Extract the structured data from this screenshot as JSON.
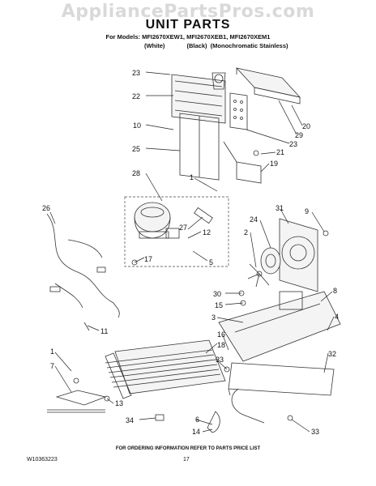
{
  "watermark": "AppliancePartsPros.com",
  "title": "UNIT PARTS",
  "models_line": "For Models: MFI2670XEW1, MFI2670XEB1, MFI2670XEM1",
  "finishes_line": "(White)             (Black)  (Monochromatic Stainless)",
  "footer_note": "FOR ORDERING INFORMATION REFER TO PARTS PRICE LIST",
  "doc_number": "W10363223",
  "page_number": "17",
  "callouts": {
    "c23a": "23",
    "c22": "22",
    "c10": "10",
    "c25": "25",
    "c28": "28",
    "c1a": "1",
    "c26": "26",
    "c27": "27",
    "c12": "12",
    "c17": "17",
    "c5": "5",
    "c11": "11",
    "c1b": "1",
    "c7": "7",
    "c13": "13",
    "c34": "34",
    "c20": "20",
    "c29": "29",
    "c23b": "23",
    "c21": "21",
    "c19": "19",
    "c9": "9",
    "c31": "31",
    "c24": "24",
    "c2": "2",
    "c30": "30",
    "c15": "15",
    "c3": "3",
    "c8": "8",
    "c4": "4",
    "c16": "16",
    "c18": "18",
    "c33a": "33",
    "c32": "32",
    "c6": "6",
    "c14": "14",
    "c33b": "33"
  }
}
